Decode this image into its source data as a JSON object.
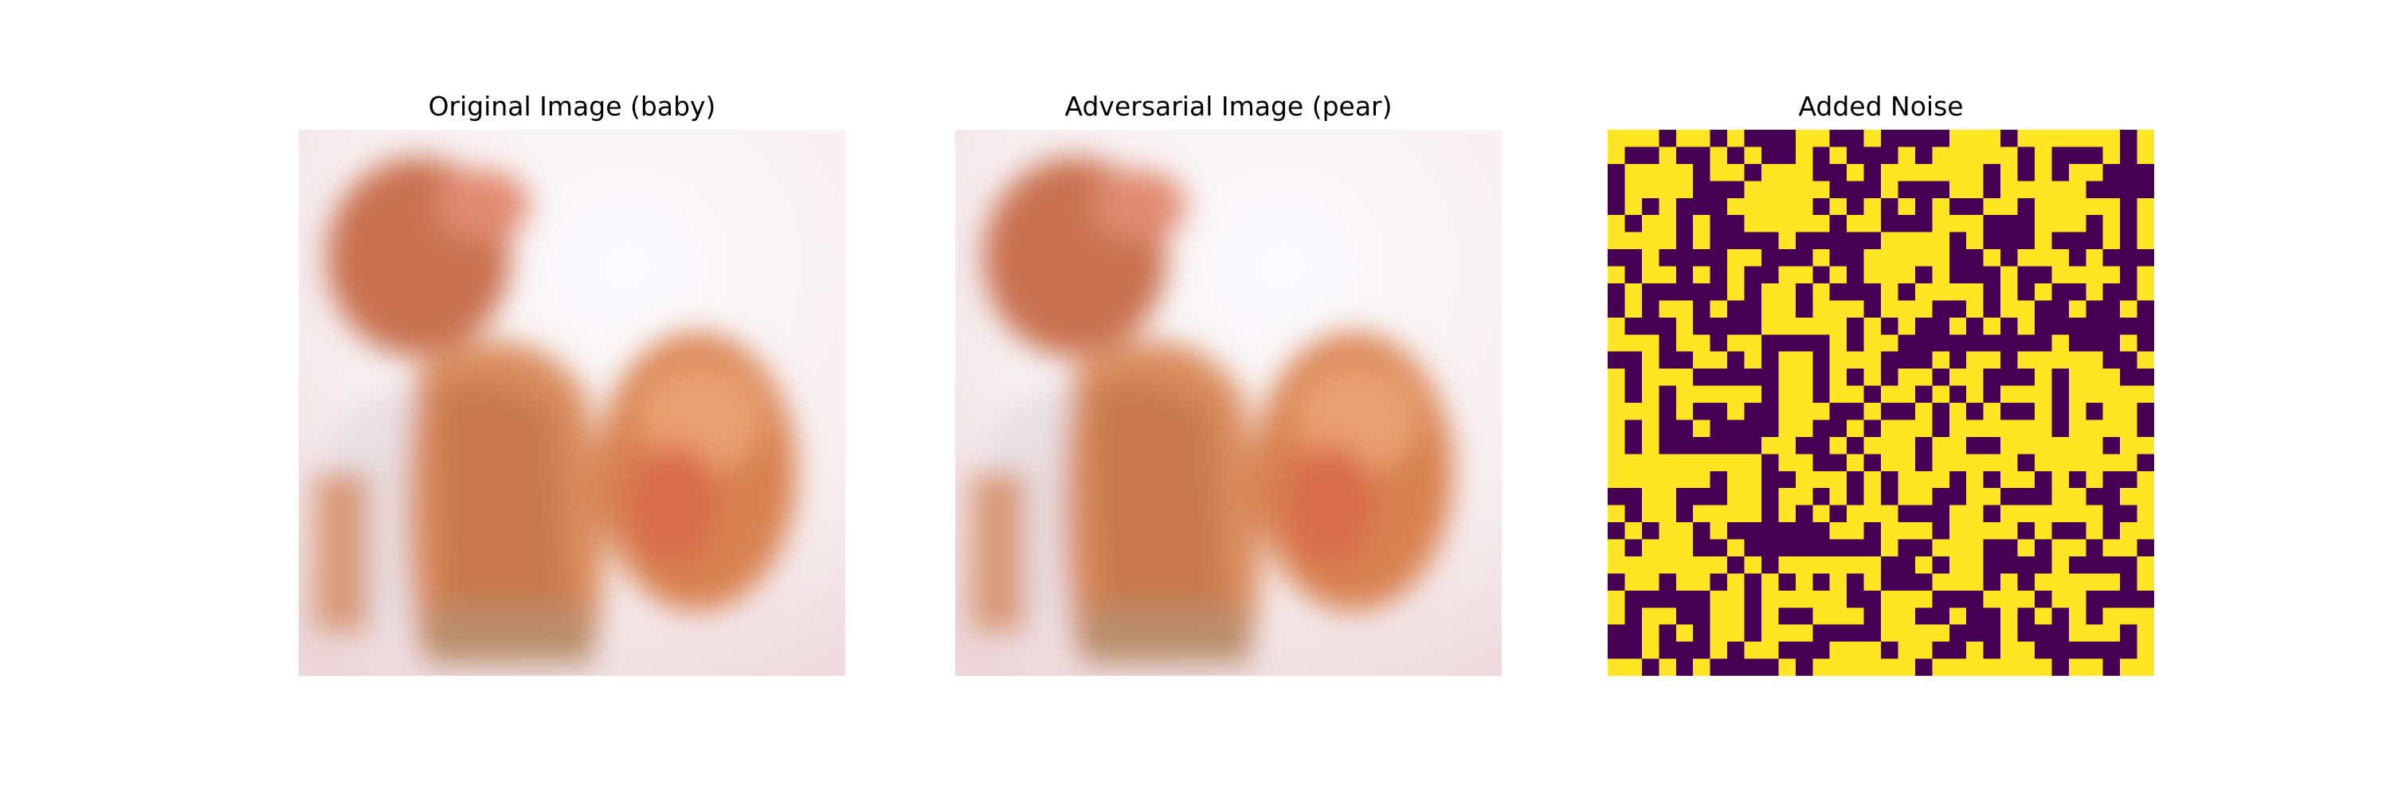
{
  "figure": {
    "panels": [
      {
        "title": "Original Image (baby)",
        "content": "baby-photo"
      },
      {
        "title": "Adversarial Image (pear)",
        "content": "baby-photo-perturbed"
      },
      {
        "title": "Added Noise",
        "content": "binary-noise-map"
      }
    ],
    "noise": {
      "grid_size": 32,
      "colormap": "viridis",
      "low_color": "#440154",
      "high_color": "#fde725"
    }
  }
}
